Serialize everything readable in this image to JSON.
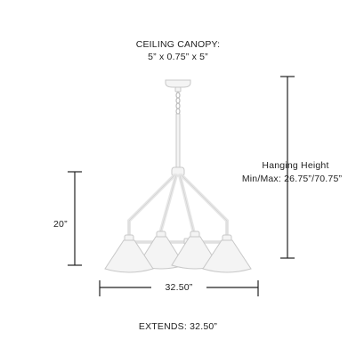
{
  "canopy": {
    "label": "CEILING CANOPY:",
    "size": "5” x 0.75” x 5”"
  },
  "hanging": {
    "label": "Hanging Height",
    "value": "Min/Max: 26.75”/70.75”"
  },
  "height": {
    "value": "20”"
  },
  "width": {
    "value": "32.50”"
  },
  "extends": {
    "value": "EXTENDS: 32.50”"
  },
  "colors": {
    "fixture": "#f4f4f4",
    "fixture_outline": "#c8c8c8",
    "dimension_line": "#222222",
    "text": "#222222"
  }
}
